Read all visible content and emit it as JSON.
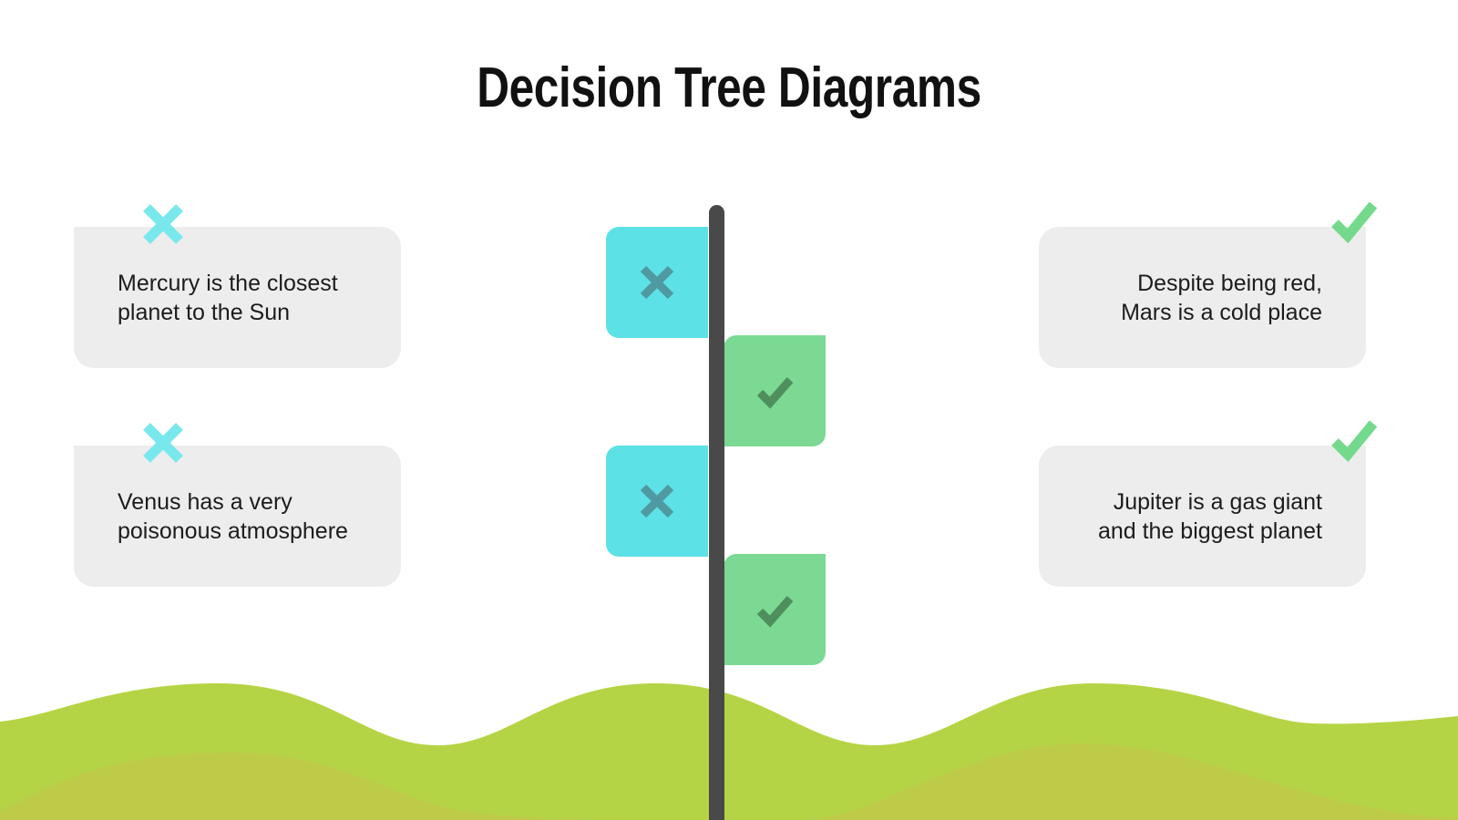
{
  "slide": {
    "title": "Decision Tree Diagrams",
    "background_color": "#ffffff"
  },
  "colors": {
    "cyan": "#5ce1e6",
    "cyan_dark": "#4f9aa0",
    "green": "#7bd993",
    "green_dark": "#4f8f5e",
    "check_mark": "#74d98c",
    "cross_mark": "#79e8ec",
    "card_bg": "#ededed",
    "pole": "#494949",
    "wave_front": "#b5d445",
    "wave_back": "#bfc94a",
    "title_text": "#111111",
    "card_text": "#1c1c1c"
  },
  "pole": {
    "label": "decision-axis"
  },
  "flags": [
    {
      "side": "left",
      "icon": "cross-icon",
      "color": "#5ce1e6",
      "row": 1
    },
    {
      "side": "right",
      "icon": "check-icon",
      "color": "#7bd993",
      "row": 2
    },
    {
      "side": "left",
      "icon": "cross-icon",
      "color": "#5ce1e6",
      "row": 3
    },
    {
      "side": "right",
      "icon": "check-icon",
      "color": "#7bd993",
      "row": 4
    }
  ],
  "cards": {
    "left": [
      {
        "text": "Mercury is the closest planet to the Sun",
        "mark": "cross-icon",
        "mark_color": "#79e8ec"
      },
      {
        "text": "Venus has a very poisonous atmosphere",
        "mark": "cross-icon",
        "mark_color": "#79e8ec"
      }
    ],
    "right": [
      {
        "text": "Despite being red, Mars is a cold place",
        "mark": "check-icon",
        "mark_color": "#74d98c"
      },
      {
        "text": "Jupiter is a gas giant and the biggest planet",
        "mark": "check-icon",
        "mark_color": "#74d98c"
      }
    ]
  },
  "decoration": {
    "waves": "rolling-hills",
    "wave_layers": 2
  }
}
